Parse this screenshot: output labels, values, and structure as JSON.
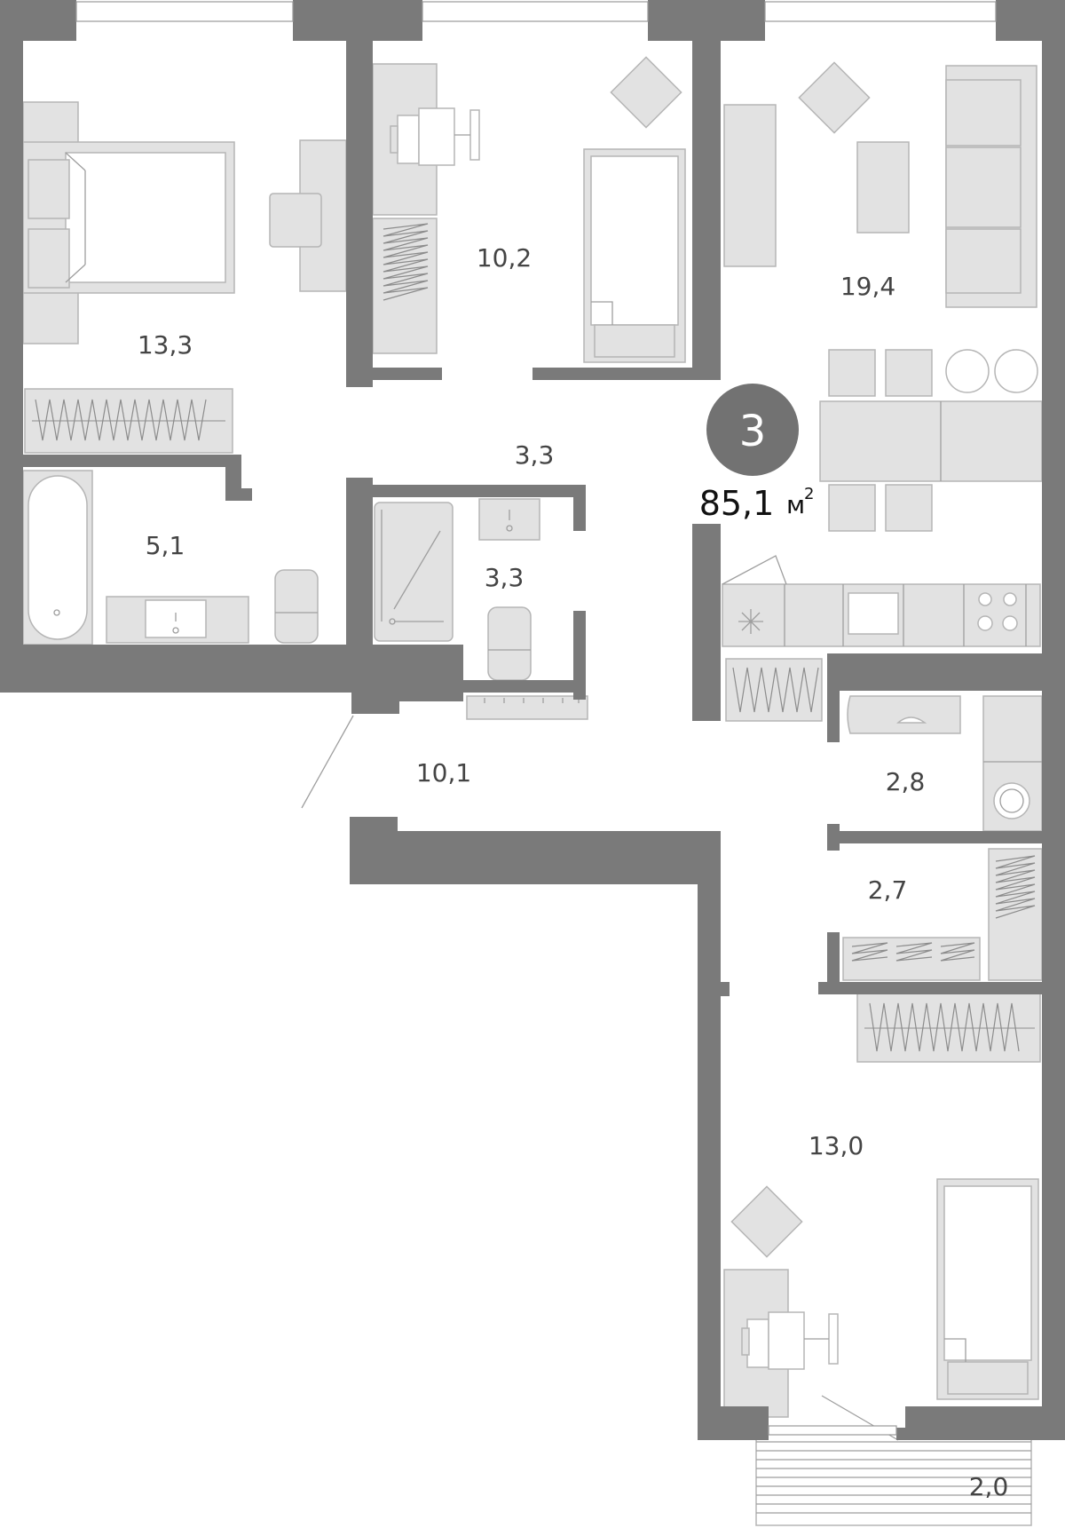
{
  "plan": {
    "rooms_count": "3",
    "total_area": "85,1",
    "area_unit": "м",
    "area_unit_sup": "2",
    "rooms": [
      {
        "label": "13,3"
      },
      {
        "label": "10,2"
      },
      {
        "label": "19,4"
      },
      {
        "label": "3,3"
      },
      {
        "label": "5,1"
      },
      {
        "label": "3,3"
      },
      {
        "label": "10,1"
      },
      {
        "label": "2,8"
      },
      {
        "label": "2,7"
      },
      {
        "label": "13,0"
      },
      {
        "label": "2,0"
      }
    ]
  }
}
